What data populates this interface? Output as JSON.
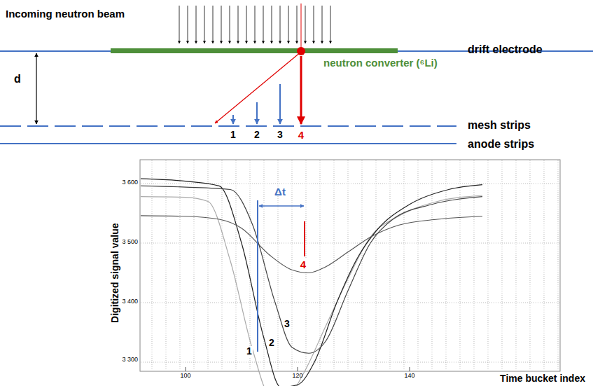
{
  "diagram": {
    "labels": [
      "Incoming neutron beam",
      "drift electrode",
      "d",
      "neutron converter (⁶Li)",
      "mesh strips",
      "anode strips",
      "1",
      "2",
      "3",
      "4",
      "Digitized signal value",
      "3 600",
      "3 500",
      "3 400",
      "3 300",
      "100",
      "120",
      "140",
      "Time bucket index",
      "Δt",
      "1",
      "2",
      "3",
      "4"
    ]
  }
}
